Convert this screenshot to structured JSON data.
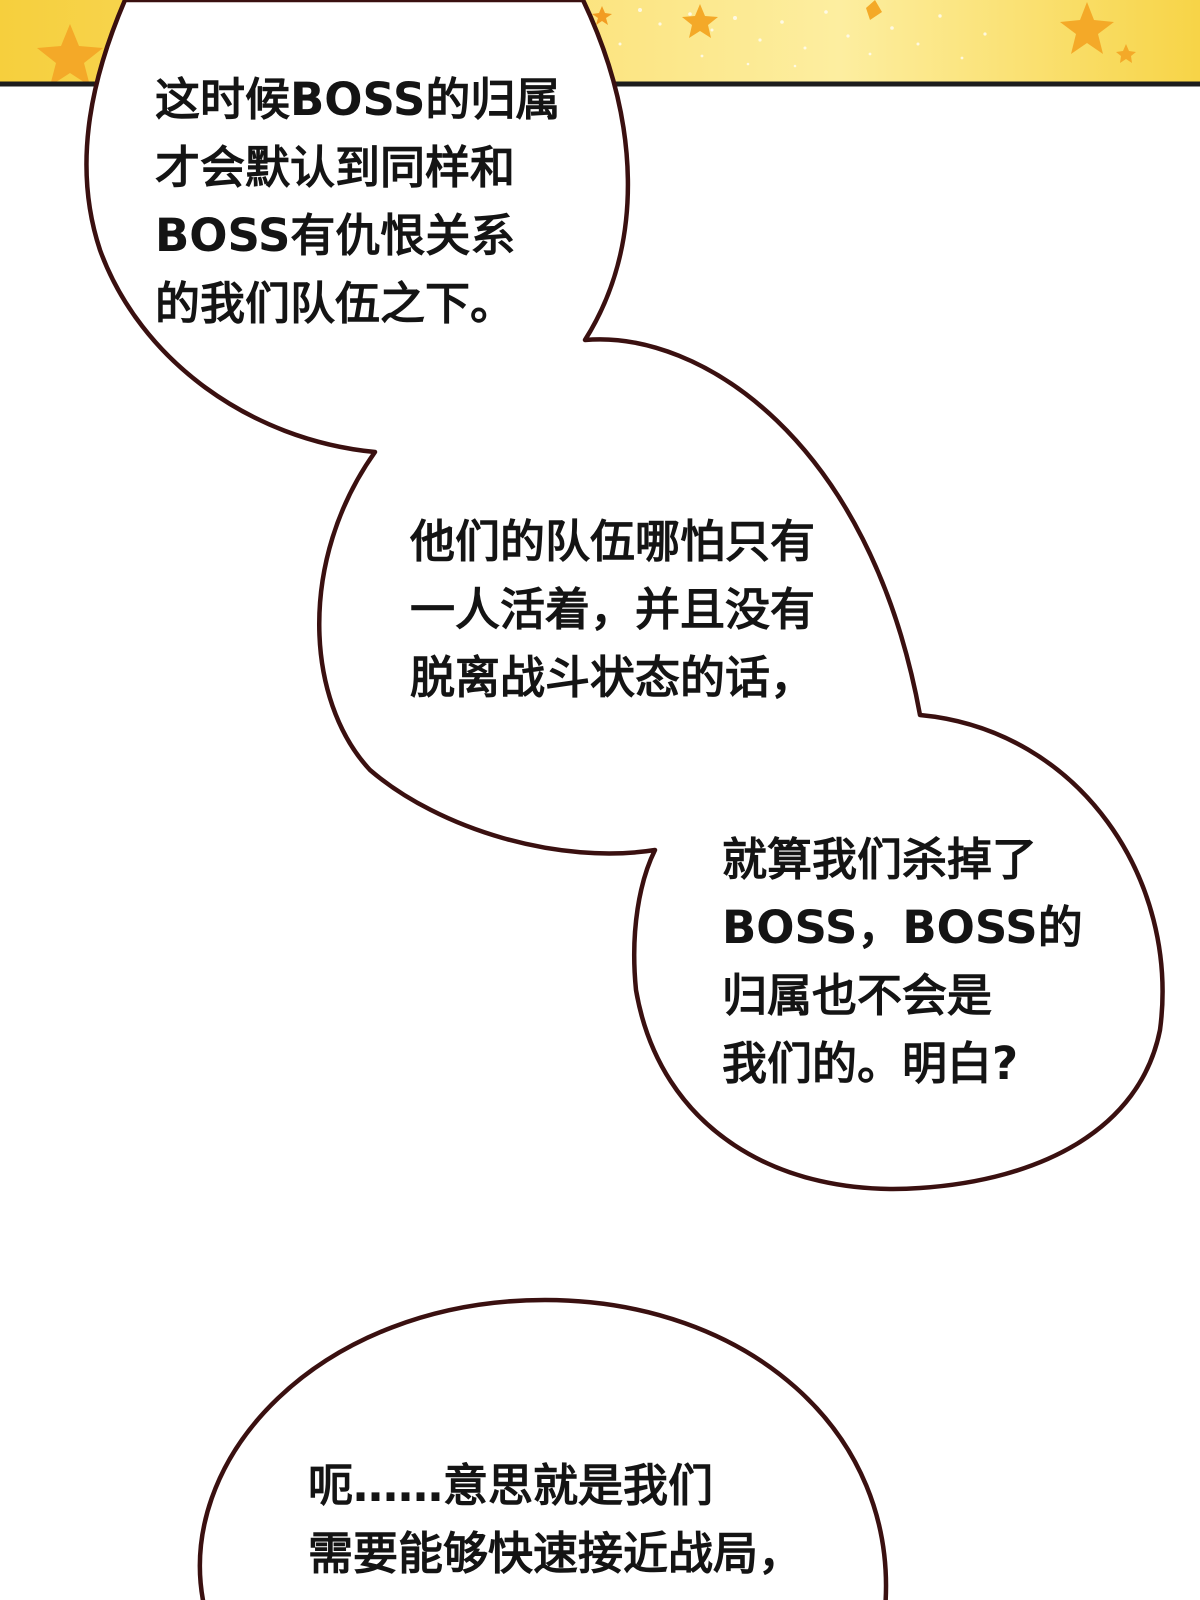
{
  "colors": {
    "banner_yellow": "#f7d447",
    "banner_light": "#fbe785",
    "star_orange": "#f4a928",
    "bubble_stroke": "#3a1010",
    "bubble_fill": "#ffffff",
    "text": "#141414"
  },
  "decor": {
    "banner_icon": "star-icon"
  },
  "bubbles": [
    {
      "lines": [
        "这时候BOSS的归属",
        "才会默认到同样和",
        "BOSS有仇恨关系",
        "的我们队伍之下。"
      ]
    },
    {
      "lines": [
        "他们的队伍哪怕只有",
        "一人活着，并且没有",
        "脱离战斗状态的话，"
      ]
    },
    {
      "lines": [
        "就算我们杀掉了",
        "BOSS，BOSS的",
        "归属也不会是",
        "我们的。明白?"
      ]
    },
    {
      "lines": [
        "呃……意思就是我们",
        "需要能够快速接近战局，"
      ]
    }
  ]
}
